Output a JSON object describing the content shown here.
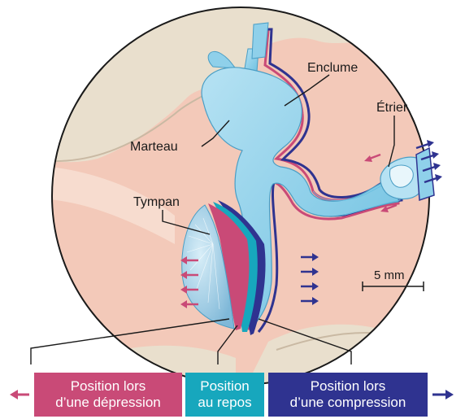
{
  "labels": {
    "enclume": "Enclume",
    "etrier": "Étrier",
    "marteau": "Marteau",
    "tympan": "Tympan",
    "scale": "5 mm"
  },
  "legend": {
    "depression": {
      "line1": "Position lors",
      "line2": "d’une dépression"
    },
    "repos": {
      "line1": "Position",
      "line2": "au repos"
    },
    "compression": {
      "line1": "Position lors",
      "line2": "d’une compression"
    }
  },
  "colors": {
    "depression": "#c94a77",
    "repos": "#17a7bd",
    "compression": "#2f3390",
    "background_tissue": "#f2c4b4",
    "bone": "#e8dcc8",
    "ossicle": "#8fd0ea"
  },
  "icons": [
    "arrow-left-icon",
    "arrow-right-icon"
  ]
}
